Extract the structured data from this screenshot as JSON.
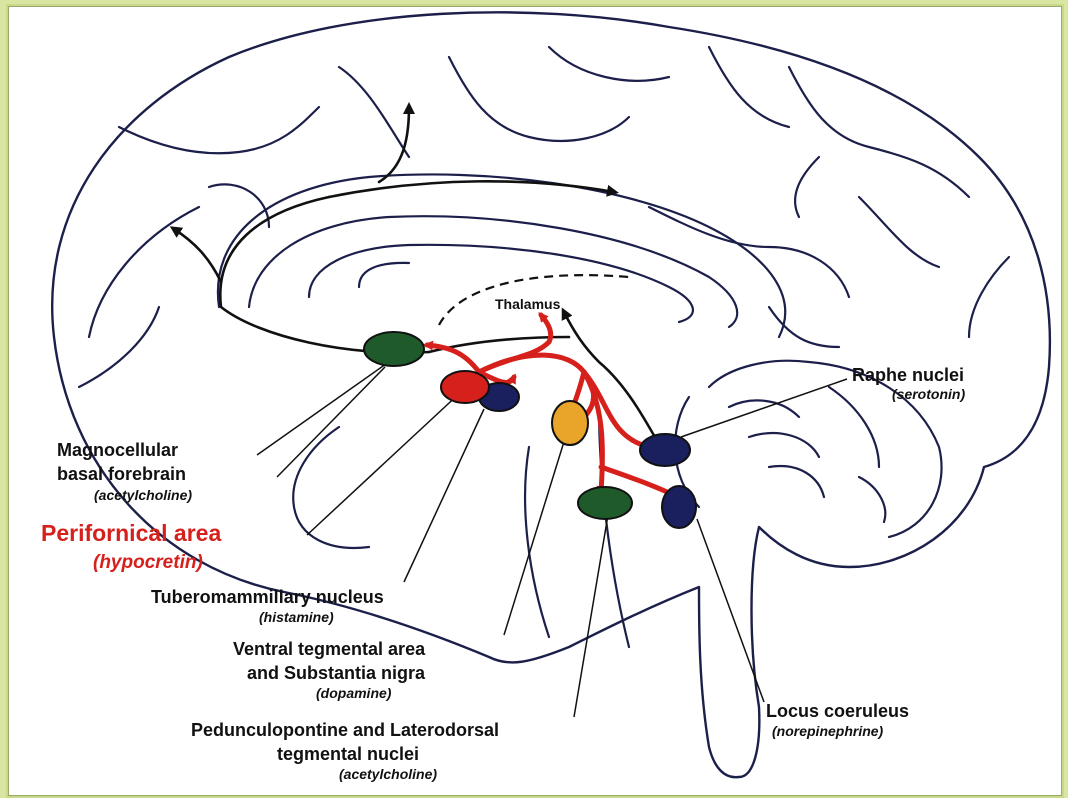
{
  "colors": {
    "background": "#d8e6a2",
    "outline": "#1c1f4a",
    "hypocretin_red": "#d6201c",
    "acetylcholine_green": "#1f5a2a",
    "histamine_navy": "#1a1f5e",
    "dopamine_orange": "#e9a52a"
  },
  "labels": {
    "thalamus": "Thalamus",
    "raphe": {
      "name": "Raphe nuclei",
      "transmitter": "(serotonin)"
    },
    "magnocellular": {
      "line1": "Magnocellular",
      "line2": "basal forebrain",
      "transmitter": "(acetylcholine)"
    },
    "perifornical": {
      "name": "Perifornical area",
      "transmitter": "(hypocretin)"
    },
    "tuberomammillary": {
      "name": "Tuberomammillary nucleus",
      "transmitter": "(histamine)"
    },
    "ventral_tegmental": {
      "line1": "Ventral tegmental area",
      "line2": "and Substantia nigra",
      "transmitter": "(dopamine)"
    },
    "pedunculopontine": {
      "line1": "Pedunculopontine and Laterodorsal",
      "line2": "tegmental nuclei",
      "transmitter": "(acetylcholine)"
    },
    "locus_coeruleus": {
      "name": "Locus coeruleus",
      "transmitter": "(norepinephrine)"
    }
  },
  "nuclei": [
    {
      "name": "magnocellular-basal-forebrain",
      "color": "acetylcholine_green"
    },
    {
      "name": "perifornical-area",
      "color": "hypocretin_red"
    },
    {
      "name": "tuberomammillary-nucleus",
      "color": "histamine_navy"
    },
    {
      "name": "ventral-tegmental-area",
      "color": "dopamine_orange"
    },
    {
      "name": "raphe-nuclei",
      "color": "histamine_navy"
    },
    {
      "name": "pedunculopontine-nuclei",
      "color": "acetylcholine_green"
    },
    {
      "name": "locus-coeruleus",
      "color": "histamine_navy"
    }
  ]
}
